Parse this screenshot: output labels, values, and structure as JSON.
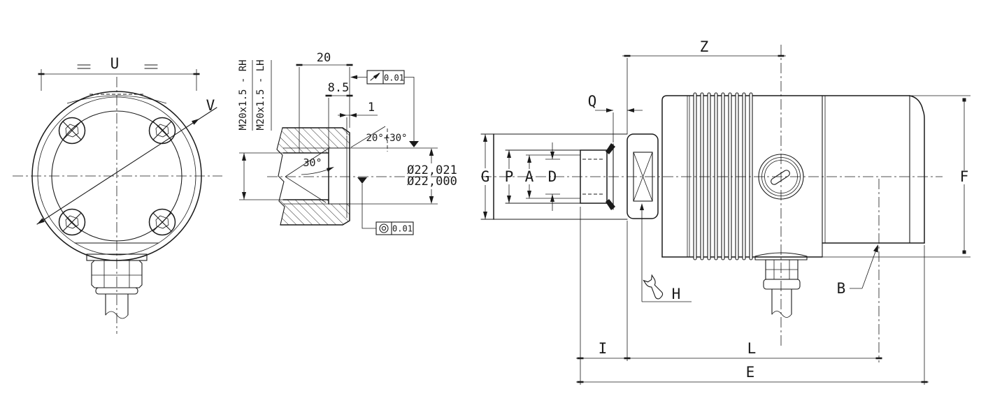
{
  "colors": {
    "background": "#ffffff",
    "line": "#1a1a1a"
  },
  "front_view": {
    "dim_u": "U",
    "view_label_v": "V",
    "symmetry_mark": "="
  },
  "section_view": {
    "thread_right_hand": "M20x1.5 - RH",
    "thread_left_hand": "M20x1.5 - LH",
    "dim_thread_length": "20",
    "dim_counterbore_depth": "8.5",
    "dim_relief": "1",
    "chamfer_angle": "30°",
    "entry_angle": "20°+30°",
    "bore_dia_max": "Ø22,021",
    "bore_dia_min": "Ø22,000",
    "runout_tolerance": "0.01",
    "concentricity_tolerance": "0.01"
  },
  "side_view": {
    "dim_z": "Z",
    "dim_q": "Q",
    "dim_g": "G",
    "dim_p": "P",
    "dim_a": "A",
    "dim_d": "D",
    "dim_f": "F",
    "wrench_size": "H",
    "label_b": "B",
    "dim_i": "I",
    "dim_l": "L",
    "dim_e": "E"
  },
  "icons": {
    "runout_icon": "↗",
    "concentricity_icon": "◎",
    "datum_icon": "▼",
    "wrench_icon": "wrench"
  }
}
